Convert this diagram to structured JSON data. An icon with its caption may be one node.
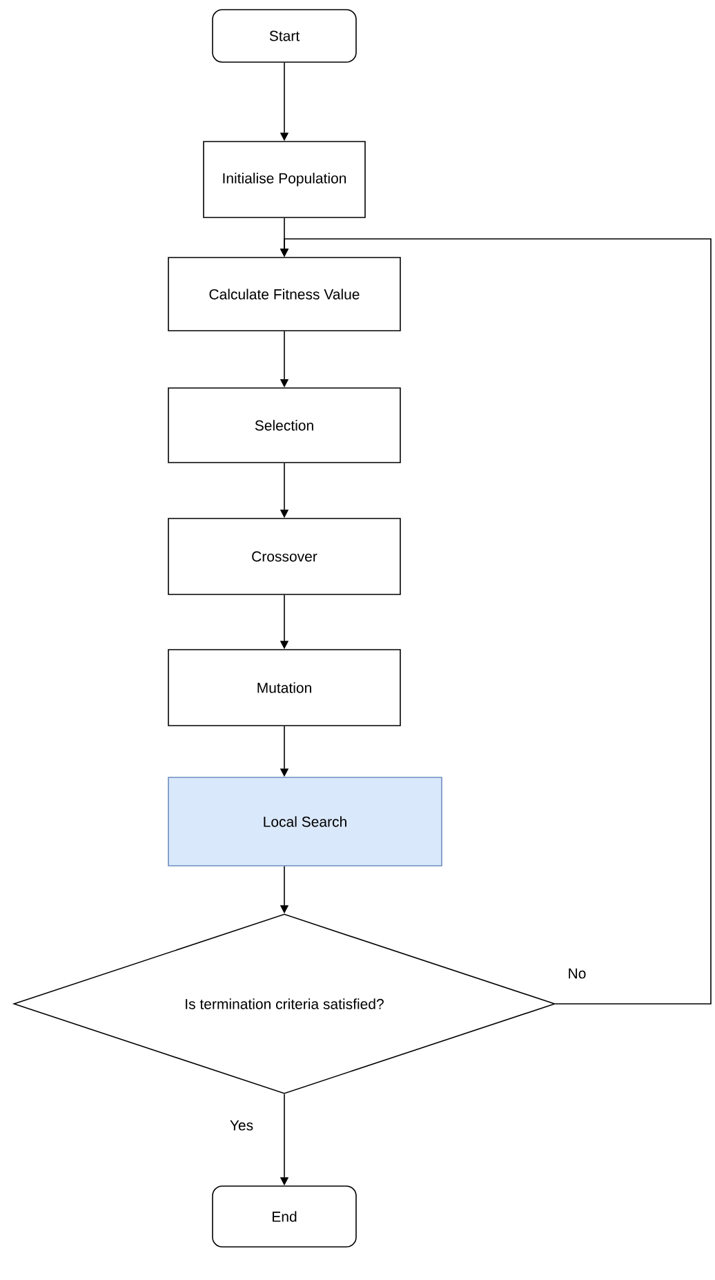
{
  "diagram": {
    "nodes": [
      {
        "text": [
          "Start"
        ]
      },
      {
        "text": [
          "Initialise Population"
        ]
      },
      {
        "text": [
          "Calculate Fitness Value"
        ]
      },
      {
        "text": [
          "Selection"
        ]
      },
      {
        "text": [
          "Crossover"
        ]
      },
      {
        "text": [
          "Mutation"
        ]
      },
      {
        "text": [
          "Local Search"
        ]
      },
      {
        "text": [
          "Is termination criteria satisfied?"
        ]
      },
      {
        "text": [
          "End"
        ]
      }
    ],
    "edges": [
      {
        "from": 0,
        "to": 1,
        "arrow": "to"
      },
      {
        "from": 1,
        "to": 2,
        "arrow": "to"
      },
      {
        "from": 2,
        "to": 3,
        "arrow": "to"
      },
      {
        "from": 3,
        "to": 4,
        "arrow": "to"
      },
      {
        "from": 4,
        "to": 5,
        "arrow": "to"
      },
      {
        "from": 5,
        "to": 6,
        "arrow": "to"
      },
      {
        "from": 6,
        "to": 7,
        "arrow": "to"
      },
      {
        "from": 7,
        "to": 2,
        "arrow": "to",
        "label": "No"
      },
      {
        "from": 7,
        "to": 8,
        "arrow": "to",
        "label": "Yes"
      }
    ]
  }
}
